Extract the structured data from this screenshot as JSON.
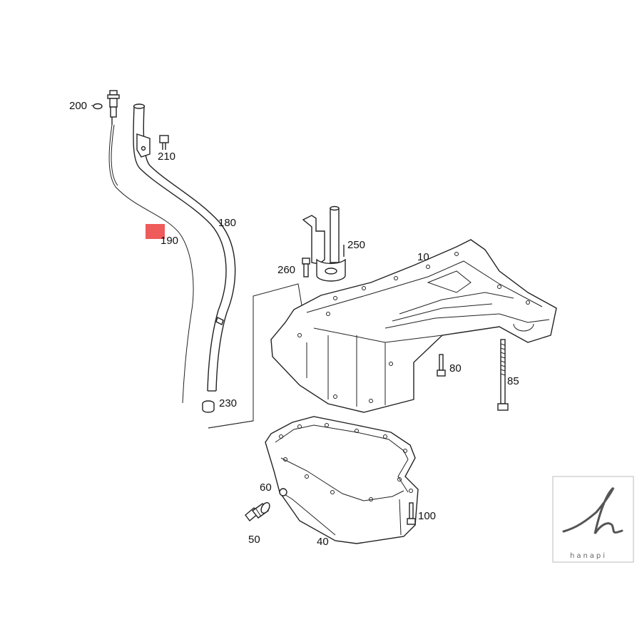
{
  "labels": {
    "p200": "200",
    "p210": "210",
    "p180": "180",
    "p190": "190",
    "p250": "250",
    "p10": "10",
    "p260": "260",
    "p80": "80",
    "p85": "85",
    "p230": "230",
    "p60": "60",
    "p100": "100",
    "p50": "50",
    "p40": "40"
  },
  "highlight_color": "#ef5a5a",
  "logo": {
    "text": "hanapi",
    "icon": "hanapi-script-logo"
  }
}
